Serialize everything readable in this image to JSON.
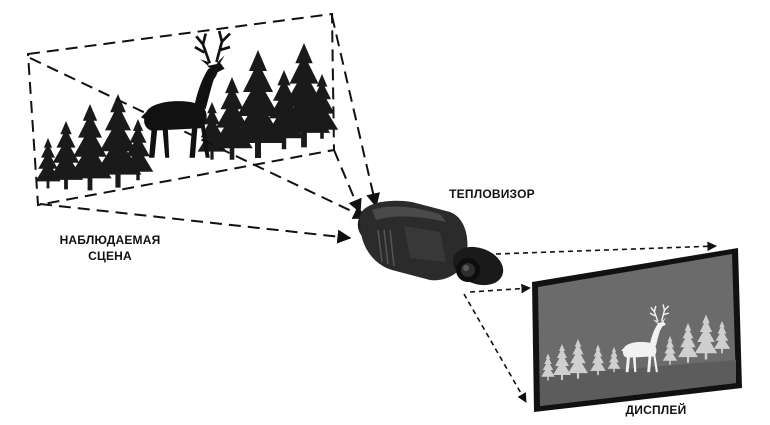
{
  "labels": {
    "scene_line1": "НАБЛЮДАЕМАЯ",
    "scene_line2": "СЦЕНА",
    "imager": "ТЕПЛОВИЗОР",
    "display": "ДИСПЛЕЙ"
  },
  "colors": {
    "ink": "#111111",
    "tree": "#1a1a1a",
    "screen_bg": "#6b6b6b",
    "screen_frame": "#111111",
    "device_body": "#2b2b2b",
    "device_highlight": "#4a4a4a",
    "deer_white": "#f2f2f2"
  },
  "icons": [
    "deer-icon",
    "tree-icon",
    "thermal-imager-icon",
    "eyecup-icon"
  ]
}
